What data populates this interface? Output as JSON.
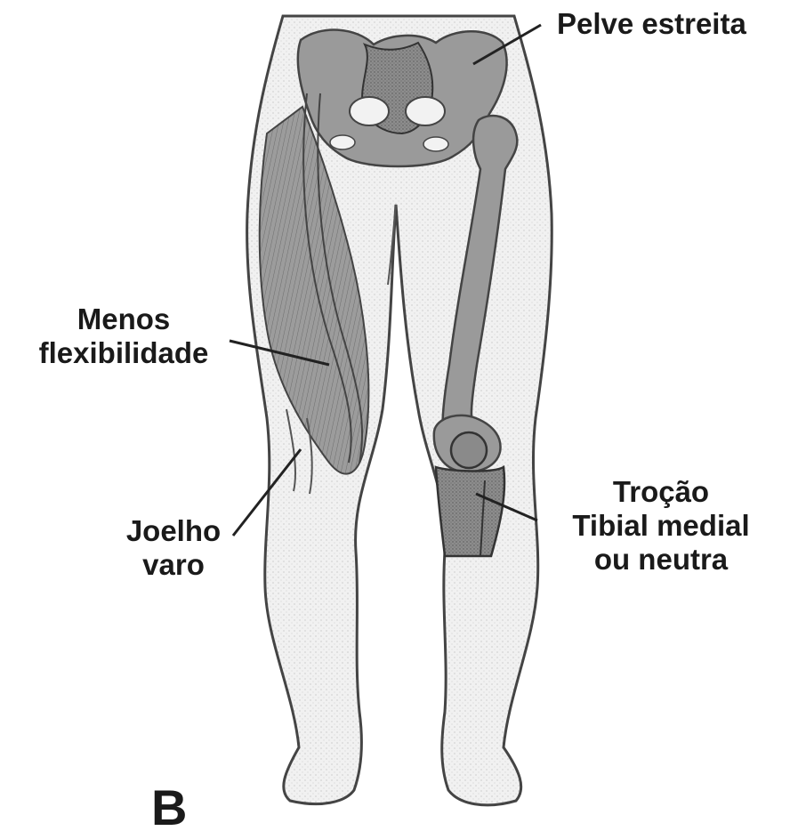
{
  "labels": {
    "pelvis": "Pelve estreita",
    "flexibility": [
      "Menos",
      "flexibilidade"
    ],
    "knee": [
      "Joelho",
      "varo"
    ],
    "tibial": [
      "Troção",
      "Tibial medial",
      "ou neutra"
    ],
    "panel": "B"
  },
  "colors": {
    "skin": "#eeeeee",
    "outline": "#444444",
    "bone": "#9a9a9a",
    "bone_dark": "#5a5a5a",
    "muscle": "#8f8f8f",
    "text": "#1a1a1a"
  }
}
